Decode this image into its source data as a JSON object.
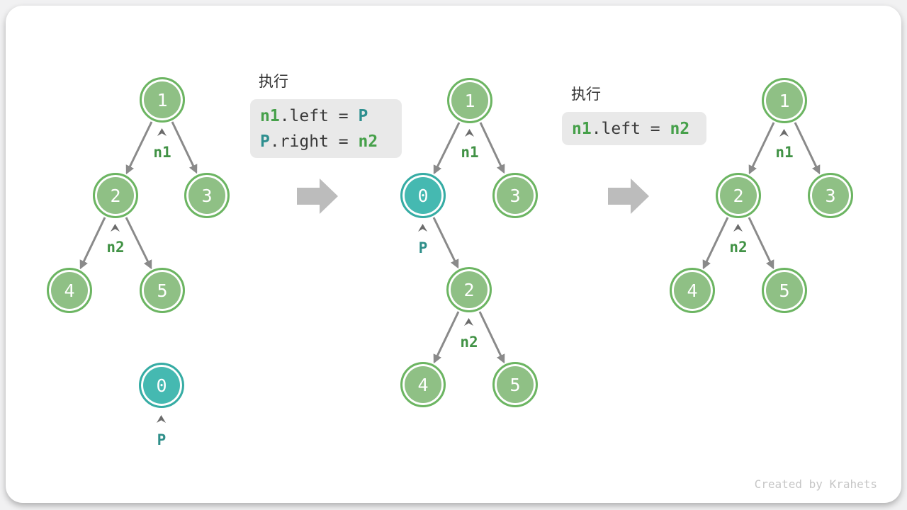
{
  "credit": "Created by Krahets",
  "colors": {
    "green_node_fill": "#8fc085",
    "green_node_border": "#6cb562",
    "teal_node_fill": "#45b9b1",
    "teal_node_border": "#36aca4",
    "pointer_label_green": "#419245",
    "pointer_label_teal": "#2f8f8a",
    "code_keyword_green": "#46a04a",
    "code_keyword_teal": "#2e8f8f",
    "code_plain_text": "#3b3b3b",
    "code_box_bg": "#e9e9e9",
    "edge_arrow_gray": "#8a8a8a",
    "step_arrow_gray": "#bcbcbc"
  },
  "code_blocks": [
    {
      "title": "执行",
      "lines": [
        {
          "segments": [
            {
              "text": "n1",
              "style": "green"
            },
            {
              "text": ".left = ",
              "style": "plain"
            },
            {
              "text": "P",
              "style": "teal"
            }
          ]
        },
        {
          "segments": [
            {
              "text": "P",
              "style": "teal"
            },
            {
              "text": ".right = ",
              "style": "plain"
            },
            {
              "text": "n2",
              "style": "green"
            }
          ]
        }
      ]
    },
    {
      "title": "执行",
      "lines": [
        {
          "segments": [
            {
              "text": "n1",
              "style": "green"
            },
            {
              "text": ".left = ",
              "style": "plain"
            },
            {
              "text": "n2",
              "style": "green"
            }
          ]
        }
      ]
    }
  ],
  "trees": [
    {
      "name": "before-insert",
      "nodes": [
        {
          "value": "1",
          "kind": "green"
        },
        {
          "value": "2",
          "kind": "green"
        },
        {
          "value": "3",
          "kind": "green"
        },
        {
          "value": "4",
          "kind": "green"
        },
        {
          "value": "5",
          "kind": "green"
        },
        {
          "value": "0",
          "kind": "teal"
        }
      ],
      "pointers": [
        {
          "label": "n1",
          "color": "green",
          "points_to": "1"
        },
        {
          "label": "n2",
          "color": "green",
          "points_to": "2"
        },
        {
          "label": "P",
          "color": "teal",
          "points_to": "0"
        }
      ]
    },
    {
      "name": "after-insert",
      "nodes": [
        {
          "value": "1",
          "kind": "green"
        },
        {
          "value": "0",
          "kind": "teal"
        },
        {
          "value": "3",
          "kind": "green"
        },
        {
          "value": "2",
          "kind": "green"
        },
        {
          "value": "4",
          "kind": "green"
        },
        {
          "value": "5",
          "kind": "green"
        }
      ],
      "pointers": [
        {
          "label": "n1",
          "color": "green",
          "points_to": "1"
        },
        {
          "label": "P",
          "color": "teal",
          "points_to": "0"
        },
        {
          "label": "n2",
          "color": "green",
          "points_to": "2"
        }
      ]
    },
    {
      "name": "after-remove",
      "nodes": [
        {
          "value": "1",
          "kind": "green"
        },
        {
          "value": "2",
          "kind": "green"
        },
        {
          "value": "3",
          "kind": "green"
        },
        {
          "value": "4",
          "kind": "green"
        },
        {
          "value": "5",
          "kind": "green"
        }
      ],
      "pointers": [
        {
          "label": "n1",
          "color": "green",
          "points_to": "1"
        },
        {
          "label": "n2",
          "color": "green",
          "points_to": "2"
        }
      ]
    }
  ]
}
